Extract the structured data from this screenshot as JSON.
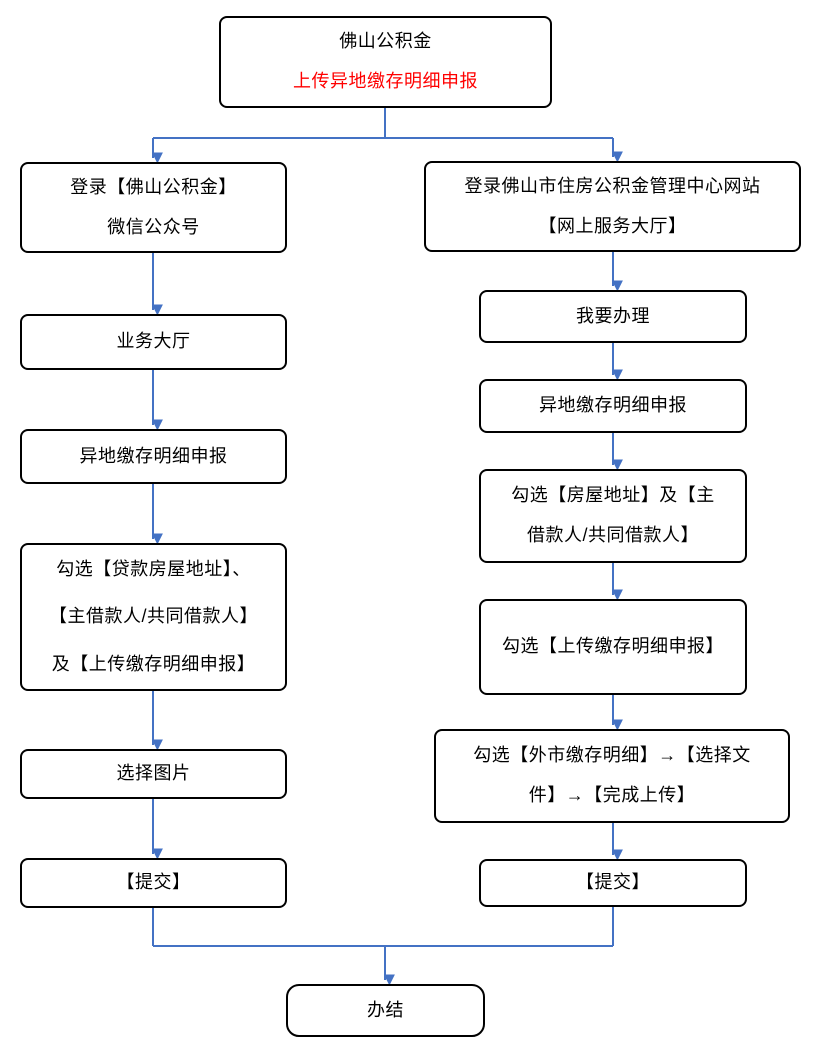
{
  "colors": {
    "connector": "#4472C4",
    "border": "#000000",
    "text": "#000000",
    "highlight": "#FF0000",
    "background": "#FFFFFF"
  },
  "flowchart": {
    "start": {
      "lines": [
        "佛山公积金",
        "上传异地缴存明细申报"
      ]
    },
    "left_branch": [
      {
        "lines": [
          "登录【佛山公积金】",
          "微信公众号"
        ]
      },
      {
        "lines": [
          "业务大厅"
        ]
      },
      {
        "lines": [
          "异地缴存明细申报"
        ]
      },
      {
        "lines": [
          "勾选【贷款房屋地址】、",
          "【主借款人/共同借款人】",
          "及【上传缴存明细申报】"
        ]
      },
      {
        "lines": [
          "选择图片"
        ]
      },
      {
        "lines": [
          "【提交】"
        ]
      }
    ],
    "right_branch": [
      {
        "lines": [
          "登录佛山市住房公积金管理中心网站",
          "【网上服务大厅】"
        ]
      },
      {
        "lines": [
          "我要办理"
        ]
      },
      {
        "lines": [
          "异地缴存明细申报"
        ]
      },
      {
        "lines": [
          "勾选【房屋地址】及【主",
          "借款人/共同借款人】"
        ]
      },
      {
        "lines": [
          "勾选【上传缴存明细申报】"
        ]
      },
      {
        "lines": [
          "勾选【外市缴存明细】→【选择文",
          "件】→【完成上传】"
        ]
      },
      {
        "lines": [
          "【提交】"
        ]
      }
    ],
    "end": {
      "lines": [
        "办结"
      ]
    }
  }
}
